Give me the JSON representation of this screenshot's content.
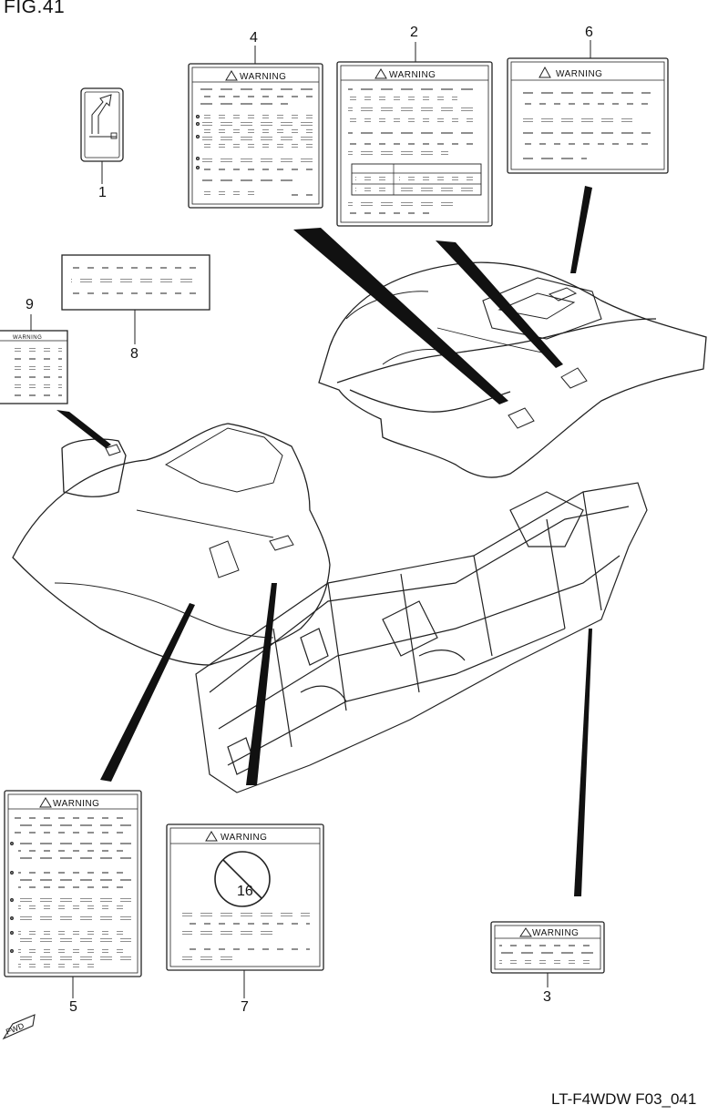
{
  "figure": {
    "title": "FIG.41",
    "code": "LT-F4WDW F03_041",
    "fwd_label": "FWD"
  },
  "labels": [
    {
      "ref": "1",
      "heading": ""
    },
    {
      "ref": "2",
      "heading": "WARNING"
    },
    {
      "ref": "3",
      "heading": "WARNING"
    },
    {
      "ref": "4",
      "heading": "WARNING"
    },
    {
      "ref": "5",
      "heading": "WARNING"
    },
    {
      "ref": "6",
      "heading": "WARNING"
    },
    {
      "ref": "7",
      "heading": "WARNING"
    },
    {
      "ref": "8",
      "heading": ""
    },
    {
      "ref": "9",
      "heading": "WARNING"
    }
  ],
  "age_symbol": "16"
}
